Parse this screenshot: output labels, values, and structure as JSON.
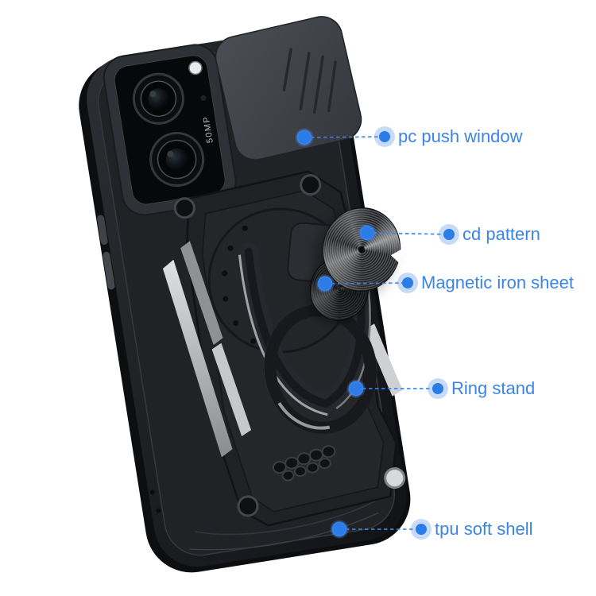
{
  "annotations": [
    {
      "label": "pc push window"
    },
    {
      "label": "cd pattern"
    },
    {
      "label": "Magnetic iron sheet"
    },
    {
      "label": "Ring stand"
    },
    {
      "label": "tpu soft shell"
    }
  ],
  "product": {
    "camera_badge": "50MP"
  },
  "colors": {
    "accent_blue_dot": "#2b7ce6",
    "label_text_blue": "#3b84e6",
    "case_black": "#1b1d20",
    "cover_gray": "#3f434a",
    "silver_accent": "#c9cacd",
    "background": "#ffffff"
  }
}
